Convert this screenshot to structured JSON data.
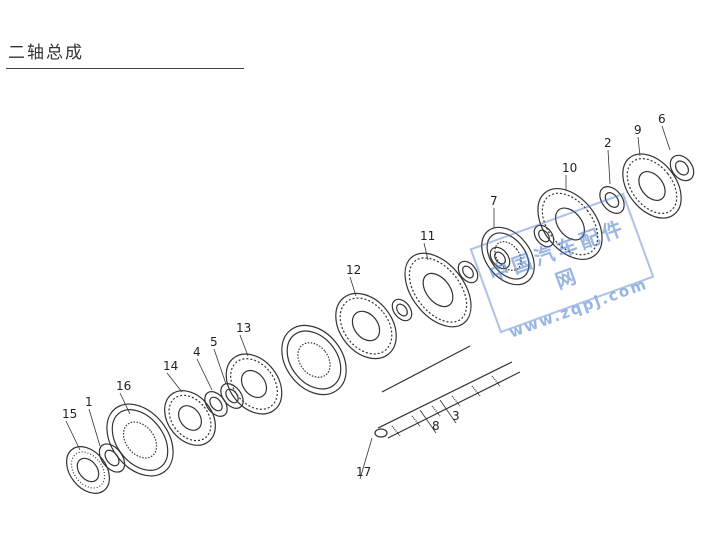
{
  "title": "二轴总成",
  "part_labels": [
    "15",
    "1",
    "16",
    "14",
    "4",
    "5",
    "13",
    "12",
    "11",
    "7",
    "10",
    "2",
    "9",
    "6",
    "8",
    "3",
    "17"
  ],
  "watermark": {
    "cn": "中国汽车配件网",
    "url": "www.zqpj.com"
  }
}
